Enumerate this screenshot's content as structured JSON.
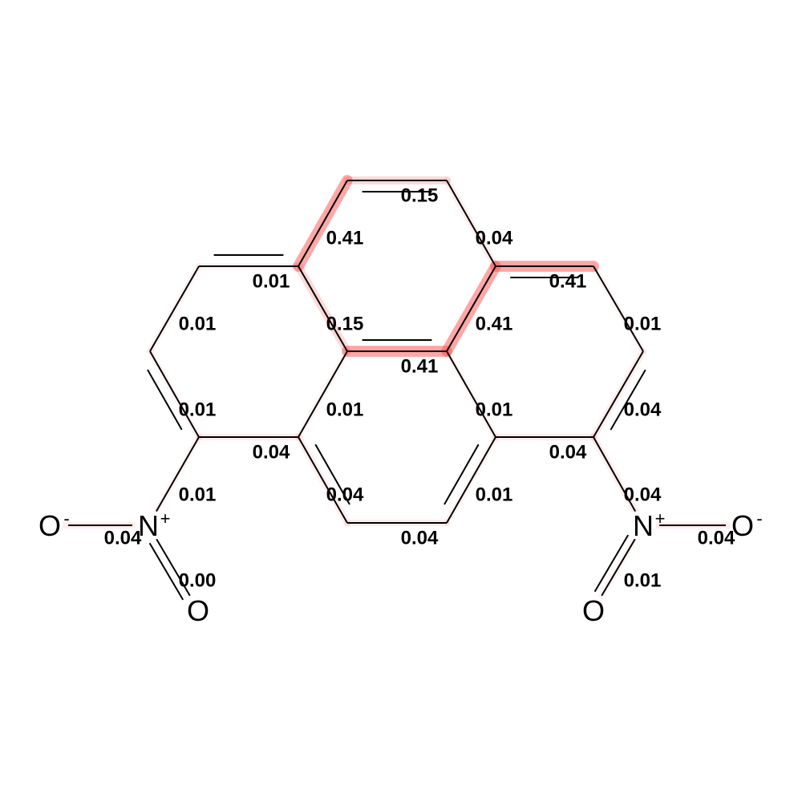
{
  "highlight_color": "#ff4d4d",
  "atoms": [
    {
      "id": "O1",
      "element": "O",
      "charge": "-"
    },
    {
      "id": "N1",
      "element": "N",
      "charge": "+"
    },
    {
      "id": "O2",
      "element": "O",
      "charge": ""
    },
    {
      "id": "O3",
      "element": "O",
      "charge": "-"
    },
    {
      "id": "N2",
      "element": "N",
      "charge": "+"
    },
    {
      "id": "O4",
      "element": "O",
      "charge": ""
    }
  ],
  "bond_weights": [
    {
      "id": "b-top",
      "value": "0.15",
      "intensity": 0.15
    },
    {
      "id": "b-top-left",
      "value": "0.41",
      "intensity": 0.41
    },
    {
      "id": "b-top-right",
      "value": "0.04",
      "intensity": 0.04
    },
    {
      "id": "b-upper-left",
      "value": "0.01",
      "intensity": 0.01
    },
    {
      "id": "b-right-top",
      "value": "0.41",
      "intensity": 0.41
    },
    {
      "id": "b-left-top",
      "value": "0.01",
      "intensity": 0.01
    },
    {
      "id": "b-center-left",
      "value": "0.15",
      "intensity": 0.15
    },
    {
      "id": "b-center-right",
      "value": "0.41",
      "intensity": 0.41
    },
    {
      "id": "b-right-down",
      "value": "0.01",
      "intensity": 0.01
    },
    {
      "id": "b-center",
      "value": "0.41",
      "intensity": 0.41
    },
    {
      "id": "b-left-low",
      "value": "0.01",
      "intensity": 0.01
    },
    {
      "id": "b-mid-left",
      "value": "0.01",
      "intensity": 0.01
    },
    {
      "id": "b-mid-right",
      "value": "0.01",
      "intensity": 0.01
    },
    {
      "id": "b-right-low",
      "value": "0.04",
      "intensity": 0.04
    },
    {
      "id": "b-lower-left",
      "value": "0.04",
      "intensity": 0.04
    },
    {
      "id": "b-lower-right",
      "value": "0.04",
      "intensity": 0.04
    },
    {
      "id": "b-n1-c",
      "value": "0.01",
      "intensity": 0.01
    },
    {
      "id": "b-bottom-left",
      "value": "0.04",
      "intensity": 0.04
    },
    {
      "id": "b-bottom-right",
      "value": "0.01",
      "intensity": 0.01
    },
    {
      "id": "b-n2-c",
      "value": "0.04",
      "intensity": 0.04
    },
    {
      "id": "b-n1-o1",
      "value": "0.04",
      "intensity": 0.04
    },
    {
      "id": "b-bottom",
      "value": "0.04",
      "intensity": 0.04
    },
    {
      "id": "b-n2-o3",
      "value": "0.04",
      "intensity": 0.04
    },
    {
      "id": "b-n1-o2",
      "value": "0.00",
      "intensity": 0.0
    },
    {
      "id": "b-n2-o4",
      "value": "0.01",
      "intensity": 0.01
    }
  ]
}
